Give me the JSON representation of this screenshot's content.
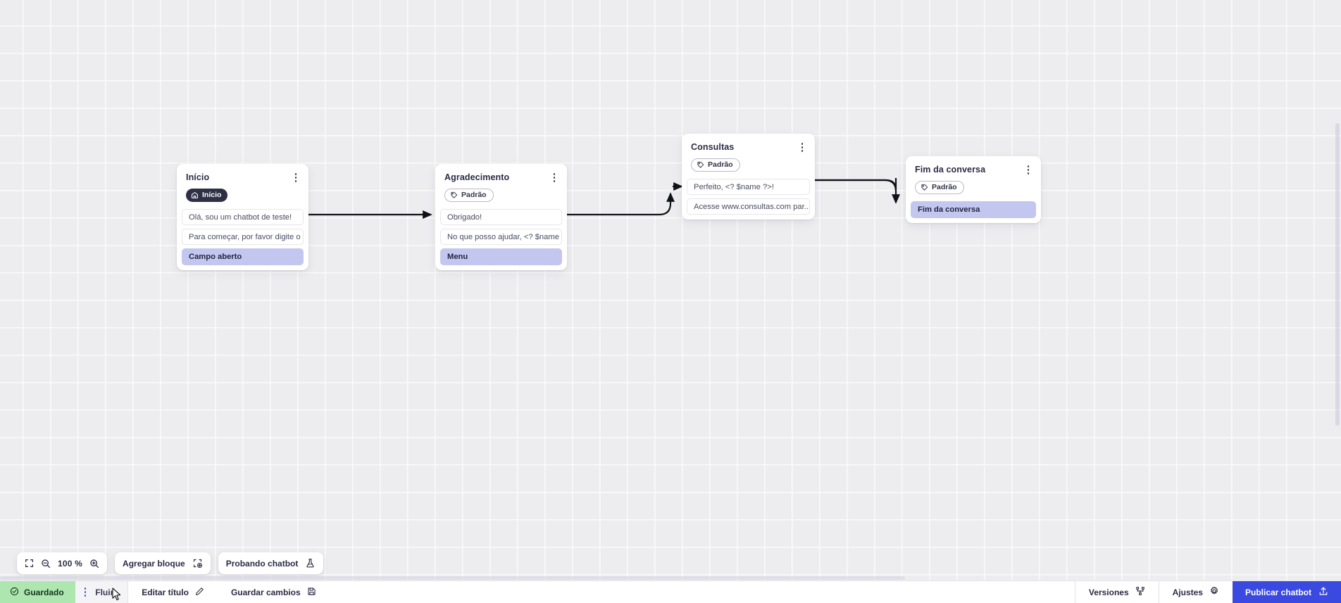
{
  "canvas": {
    "zoom_level": "100 %",
    "grid": true,
    "background_color": "#ededf0"
  },
  "nodes": [
    {
      "id": "inicio",
      "title": "Início",
      "badge": {
        "label": "Início",
        "icon": "home-icon",
        "style": "dark"
      },
      "messages": [
        {
          "text": "Olá, sou um chatbot de teste!",
          "style": "plain"
        },
        {
          "text": "Para começar, por favor digite o ...",
          "style": "plain"
        },
        {
          "text": "Campo aberto",
          "style": "lavender"
        }
      ]
    },
    {
      "id": "agradecimento",
      "title": "Agradecimento",
      "badge": {
        "label": "Padrão",
        "icon": "tag-icon",
        "style": "outline"
      },
      "messages": [
        {
          "text": "Obrigado!",
          "style": "plain"
        },
        {
          "text": "No que posso ajudar, <? $name ...",
          "style": "plain"
        },
        {
          "text": "Menu",
          "style": "lavender"
        }
      ]
    },
    {
      "id": "consultas",
      "title": "Consultas",
      "badge": {
        "label": "Padrão",
        "icon": "tag-icon",
        "style": "outline"
      },
      "messages": [
        {
          "text": "Perfeito, <? $name ?>!",
          "style": "plain"
        },
        {
          "text": "Acesse www.consultas.com par...",
          "style": "plain"
        }
      ]
    },
    {
      "id": "fim-da-conversa",
      "title": "Fim da conversa",
      "badge": {
        "label": "Padrão",
        "icon": "tag-icon",
        "style": "outline"
      },
      "messages": [
        {
          "text": "Fim da conversa",
          "style": "lavender"
        }
      ]
    }
  ],
  "toolbar": {
    "fit_icon": "fit-screen-icon",
    "zoom_out_icon": "zoom-out-icon",
    "zoom_in_icon": "zoom-in-icon",
    "zoom_value": "100 %",
    "add_block_label": "Agregar bloque",
    "add_block_icon": "add-block-icon",
    "test_chatbot_label": "Probando chatbot",
    "test_chatbot_icon": "flask-icon"
  },
  "statusbar": {
    "saved_label": "Guardado",
    "saved_icon": "check-circle-icon",
    "saved_color": "#aee6b0",
    "flow_tab_label": "Fluir",
    "edit_title_label": "Editar título",
    "edit_title_icon": "pencil-icon",
    "save_changes_label": "Guardar cambios",
    "save_changes_icon": "save-icon",
    "versions_label": "Versiones",
    "versions_icon": "branch-icon",
    "settings_label": "Ajustes",
    "settings_icon": "gear-icon",
    "publish_label": "Publicar chatbot",
    "publish_icon": "upload-icon",
    "publish_color": "#3a4ae0"
  }
}
